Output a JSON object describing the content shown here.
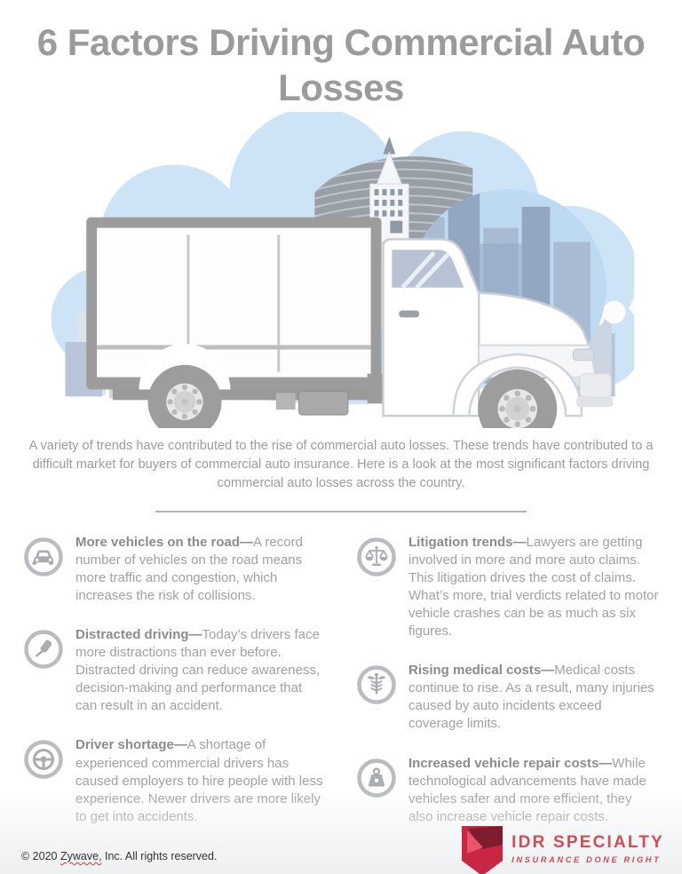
{
  "title": "6 Factors Driving Commercial Auto Losses",
  "intro": "A variety of trends have contributed to the rise of commercial auto losses. These trends have contributed to a difficult market for buyers of commercial auto insurance. Here is a look at the most significant factors driving commercial auto losses across the country.",
  "separator": "—",
  "factors": [
    {
      "icon": "car-icon",
      "heading": "More vehicles on the road",
      "body": "A record number of vehicles on the road means more traffic and congestion, which increases the risk of collisions."
    },
    {
      "icon": "phone-in-hand-icon",
      "heading": "Distracted driving",
      "body": "Today’s drivers face more distractions than ever before. Distracted driving can reduce awareness, decision-making and performance that can result in an accident."
    },
    {
      "icon": "steering-wheel-icon",
      "heading": "Driver shortage",
      "body": "A shortage of experienced commercial drivers has caused employers to hire people with less experience. Newer drivers are more likely to get into accidents."
    },
    {
      "icon": "scales-of-justice-icon",
      "heading": "Litigation trends",
      "body": "Lawyers are getting involved in more and more auto claims. This litigation drives the cost of claims. What’s more, trial verdicts related to motor vehicle crashes can be as much as six figures."
    },
    {
      "icon": "caduceus-icon",
      "heading": "Rising medical costs",
      "body": "Medical costs continue to rise. As a result, many injuries caused by auto incidents exceed coverage limits."
    },
    {
      "icon": "weight-icon",
      "heading": "Increased vehicle repair costs",
      "body": "While technological advancements have made vehicles safer and more efficient, they also increase vehicle repair costs."
    }
  ],
  "footer": {
    "copyright_prefix": "© 2020 ",
    "copyright_flagged": "Zywave,",
    "copyright_suffix": " Inc. All rights reserved.",
    "logo_title": "IDR SPECIALTY",
    "logo_tagline": "INSURANCE DONE RIGHT"
  },
  "colors": {
    "title_gray": "#9b9b9b",
    "body_gray": "#9fa1a4",
    "heading_gray": "#8b8b8c",
    "icon_gray": "#a9adb2",
    "cloud_blue": "#cde4f7",
    "skyline_blue_gray": "#93a7c2",
    "logo_red": "#c92544",
    "logo_text_red": "#d34b57",
    "spellcheck_red": "#c43b3b"
  }
}
